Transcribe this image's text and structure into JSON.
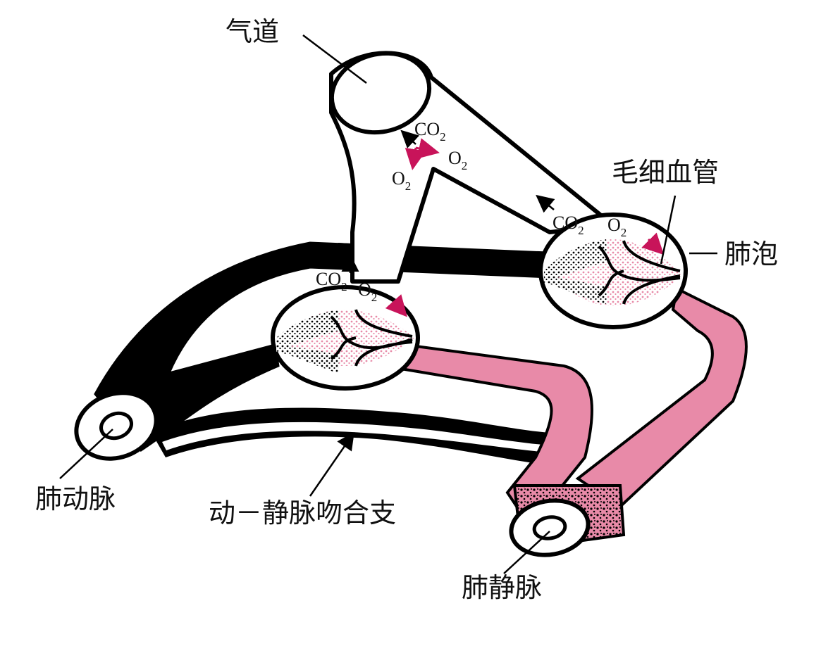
{
  "labels": {
    "airway": "气道",
    "capillary": "毛细血管",
    "alveolus": "肺泡",
    "pulmonary_artery": "肺动脉",
    "anastomosis": "动－静脉吻合支",
    "pulmonary_vein": "肺静脉"
  },
  "gas": {
    "co2_main": "CO",
    "co2_sub": "2",
    "o2_main": "O",
    "o2_sub": "2"
  },
  "colors": {
    "deoxygenated": "#000000",
    "oxygenated": "#e88aa8",
    "o2_arrow": "#c8145a",
    "co2_arrow": "#000000",
    "outline": "#000000"
  }
}
